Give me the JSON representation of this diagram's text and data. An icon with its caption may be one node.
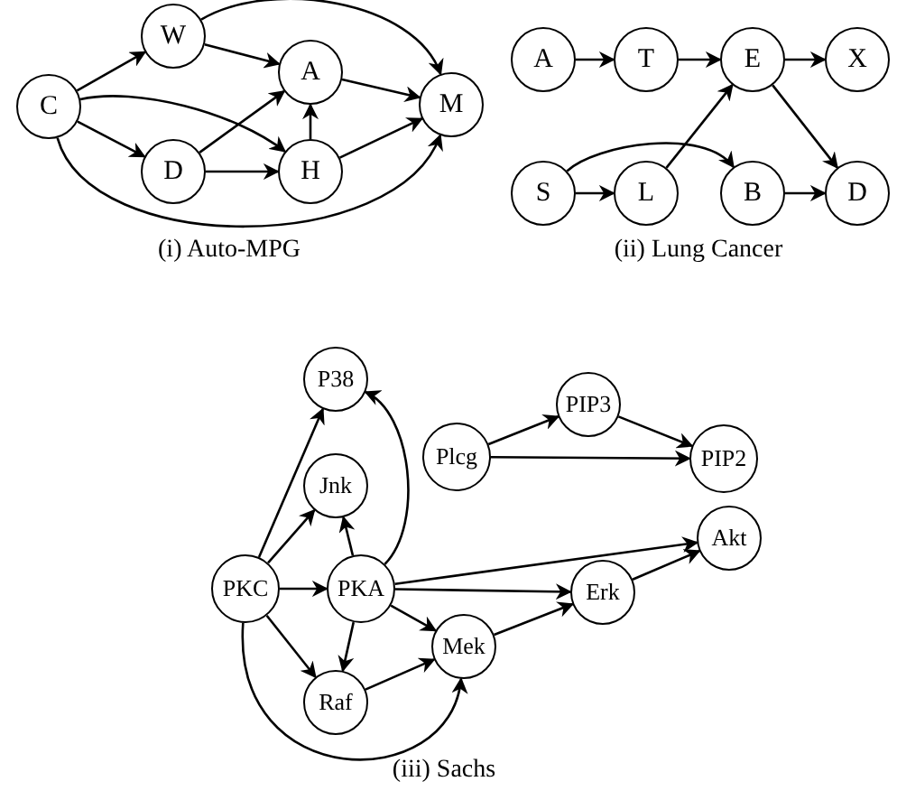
{
  "diagram": {
    "nodes": [
      {
        "text": [
          "C"
        ]
      },
      {
        "text": [
          "W"
        ]
      },
      {
        "text": [
          "D"
        ]
      },
      {
        "text": [
          "A"
        ]
      },
      {
        "text": [
          "H"
        ]
      },
      {
        "text": [
          "M"
        ]
      },
      {
        "text": [
          "A"
        ]
      },
      {
        "text": [
          "T"
        ]
      },
      {
        "text": [
          "E"
        ]
      },
      {
        "text": [
          "X"
        ]
      },
      {
        "text": [
          "S"
        ]
      },
      {
        "text": [
          "L"
        ]
      },
      {
        "text": [
          "B"
        ]
      },
      {
        "text": [
          "D"
        ]
      },
      {
        "text": [
          "P38"
        ]
      },
      {
        "text": [
          "Plcg"
        ]
      },
      {
        "text": [
          "PIP3"
        ]
      },
      {
        "text": [
          "PIP2"
        ]
      },
      {
        "text": [
          "Jnk"
        ]
      },
      {
        "text": [
          "PKC"
        ]
      },
      {
        "text": [
          "PKA"
        ]
      },
      {
        "text": [
          "Akt"
        ]
      },
      {
        "text": [
          "Erk"
        ]
      },
      {
        "text": [
          "Mek"
        ]
      },
      {
        "text": [
          "Raf"
        ]
      }
    ],
    "edges": [
      {
        "from": 0,
        "to": 1,
        "arrow": "to"
      },
      {
        "from": 0,
        "to": 2,
        "arrow": "to"
      },
      {
        "from": 0,
        "to": 4,
        "arrow": "to"
      },
      {
        "from": 0,
        "to": 5,
        "arrow": "to"
      },
      {
        "from": 1,
        "to": 3,
        "arrow": "to"
      },
      {
        "from": 1,
        "to": 5,
        "arrow": "to"
      },
      {
        "from": 2,
        "to": 3,
        "arrow": "to"
      },
      {
        "from": 2,
        "to": 4,
        "arrow": "to"
      },
      {
        "from": 4,
        "to": 3,
        "arrow": "to"
      },
      {
        "from": 3,
        "to": 5,
        "arrow": "to"
      },
      {
        "from": 4,
        "to": 5,
        "arrow": "to"
      },
      {
        "from": 6,
        "to": 7,
        "arrow": "to"
      },
      {
        "from": 7,
        "to": 8,
        "arrow": "to"
      },
      {
        "from": 8,
        "to": 9,
        "arrow": "to"
      },
      {
        "from": 8,
        "to": 13,
        "arrow": "to"
      },
      {
        "from": 10,
        "to": 11,
        "arrow": "to"
      },
      {
        "from": 10,
        "to": 12,
        "arrow": "to"
      },
      {
        "from": 11,
        "to": 8,
        "arrow": "to"
      },
      {
        "from": 12,
        "to": 13,
        "arrow": "to"
      },
      {
        "from": 19,
        "to": 14,
        "arrow": "to"
      },
      {
        "from": 19,
        "to": 18,
        "arrow": "to"
      },
      {
        "from": 19,
        "to": 20,
        "arrow": "to"
      },
      {
        "from": 19,
        "to": 24,
        "arrow": "to"
      },
      {
        "from": 19,
        "to": 23,
        "arrow": "to"
      },
      {
        "from": 20,
        "to": 14,
        "arrow": "to"
      },
      {
        "from": 20,
        "to": 18,
        "arrow": "to"
      },
      {
        "from": 20,
        "to": 24,
        "arrow": "to"
      },
      {
        "from": 20,
        "to": 23,
        "arrow": "to"
      },
      {
        "from": 20,
        "to": 22,
        "arrow": "to"
      },
      {
        "from": 20,
        "to": 21,
        "arrow": "to"
      },
      {
        "from": 24,
        "to": 23,
        "arrow": "to"
      },
      {
        "from": 23,
        "to": 22,
        "arrow": "to"
      },
      {
        "from": 22,
        "to": 21,
        "arrow": "to"
      },
      {
        "from": 15,
        "to": 16,
        "arrow": "to"
      },
      {
        "from": 15,
        "to": 17,
        "arrow": "to"
      },
      {
        "from": 16,
        "to": 17,
        "arrow": "to"
      }
    ],
    "labels": [
      "(i) Auto-MPG",
      "(ii) Lung Cancer",
      "(iii) Sachs"
    ]
  }
}
